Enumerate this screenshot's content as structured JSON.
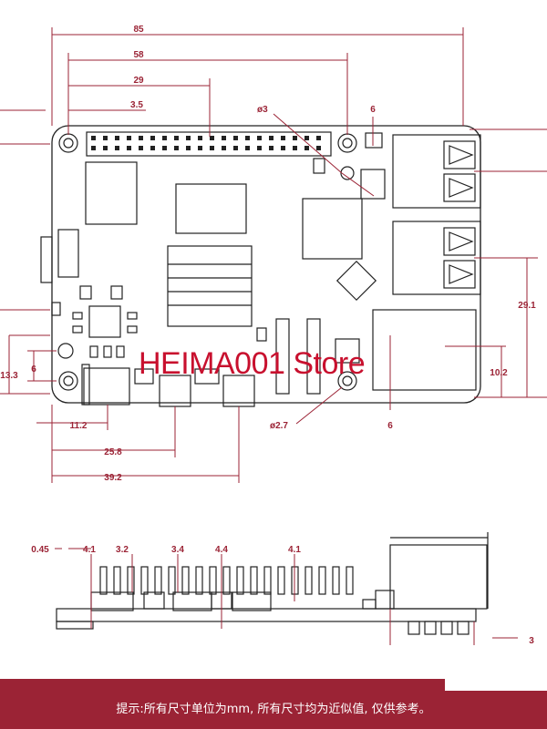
{
  "dimensions": {
    "top": [
      "85",
      "58",
      "29",
      "3.5"
    ],
    "hole_top": "ø3",
    "hole_bottom": "ø2.7",
    "right_side": [
      "29.1",
      "10.2"
    ],
    "left_side": [
      "13.3",
      "6"
    ],
    "gap_top": "6",
    "gap_bottom": "6",
    "bottom": [
      "11.2",
      "25.8",
      "39.2"
    ],
    "side_view": [
      "0.45",
      "4.1",
      "3.2",
      "3.4",
      "4.4",
      "4.1",
      "3"
    ]
  },
  "watermark": "HEIMA001 Store",
  "footer": "提示:所有尺寸单位为mm, 所有尺寸均为近似值, 仅供参考。",
  "colors": {
    "dimension": "#9b2335",
    "outline": "#222222",
    "footer_bg": "#9b2335",
    "watermark": "#c8102e"
  }
}
